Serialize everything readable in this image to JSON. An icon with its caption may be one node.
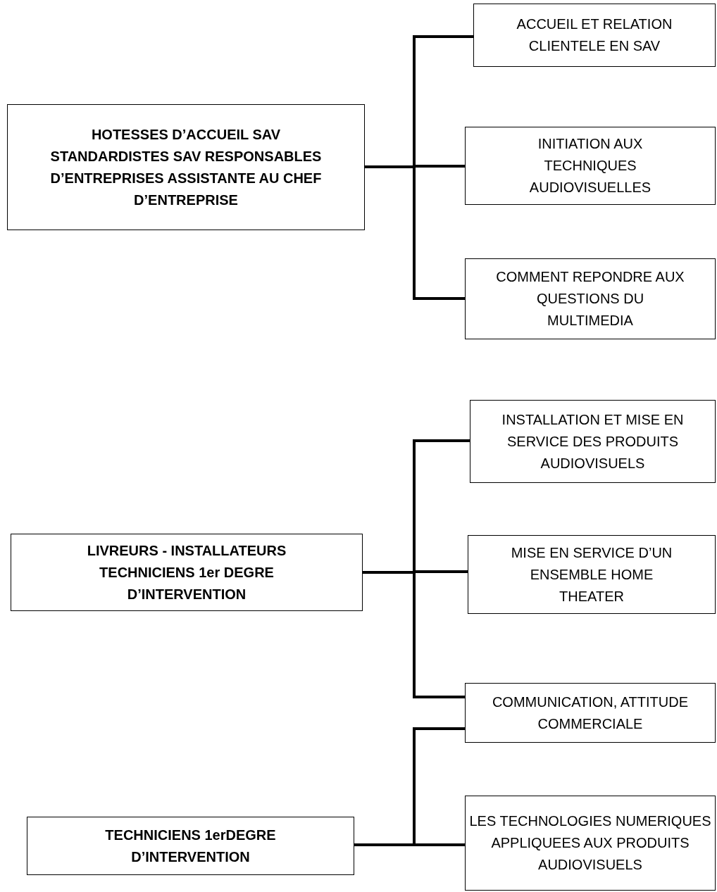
{
  "diagram": {
    "nodes": [
      {
        "text": [
          "HOTESSES D’ACCUEIL SAV STANDARDISTES SAV RESPONSABLES D’ENTREPRISES ASSISTANTE AU CHEF D’ENTREPRISE"
        ]
      },
      {
        "text": [
          "ACCUEIL ET RELATION CLIENTELE EN SAV"
        ]
      },
      {
        "text": [
          "INITIATION AUX TECHNIQUES AUDIOVISUELLES"
        ]
      },
      {
        "text": [
          "COMMENT REPONDRE AUX QUESTIONS DU MULTIMEDIA"
        ]
      },
      {
        "text": [
          "LIVREURS - INSTALLATEURS TECHNICIENS 1er DEGRE D’INTERVENTION"
        ]
      },
      {
        "text": [
          "INSTALLATION ET MISE EN SERVICE DES PRODUITS AUDIOVISUELS"
        ]
      },
      {
        "text": [
          "MISE EN SERVICE D’UN ENSEMBLE HOME THEATER"
        ]
      },
      {
        "text": [
          "COMMUNICATION, ATTITUDE COMMERCIALE"
        ]
      },
      {
        "text": [
          "TECHNICIENS 1erDEGRE D’INTERVENTION"
        ]
      },
      {
        "text": [
          "LES TECHNOLOGIES NUMERIQUES APPLIQUEES AUX PRODUITS AUDIOVISUELS"
        ]
      }
    ],
    "edges": [
      {
        "from": 0,
        "to": 1,
        "arrow": "none"
      },
      {
        "from": 0,
        "to": 2,
        "arrow": "none"
      },
      {
        "from": 0,
        "to": 3,
        "arrow": "none"
      },
      {
        "from": 4,
        "to": 5,
        "arrow": "none"
      },
      {
        "from": 4,
        "to": 6,
        "arrow": "none"
      },
      {
        "from": 4,
        "to": 7,
        "arrow": "none"
      },
      {
        "from": 8,
        "to": 7,
        "arrow": "none"
      },
      {
        "from": 8,
        "to": 9,
        "arrow": "none"
      }
    ]
  }
}
